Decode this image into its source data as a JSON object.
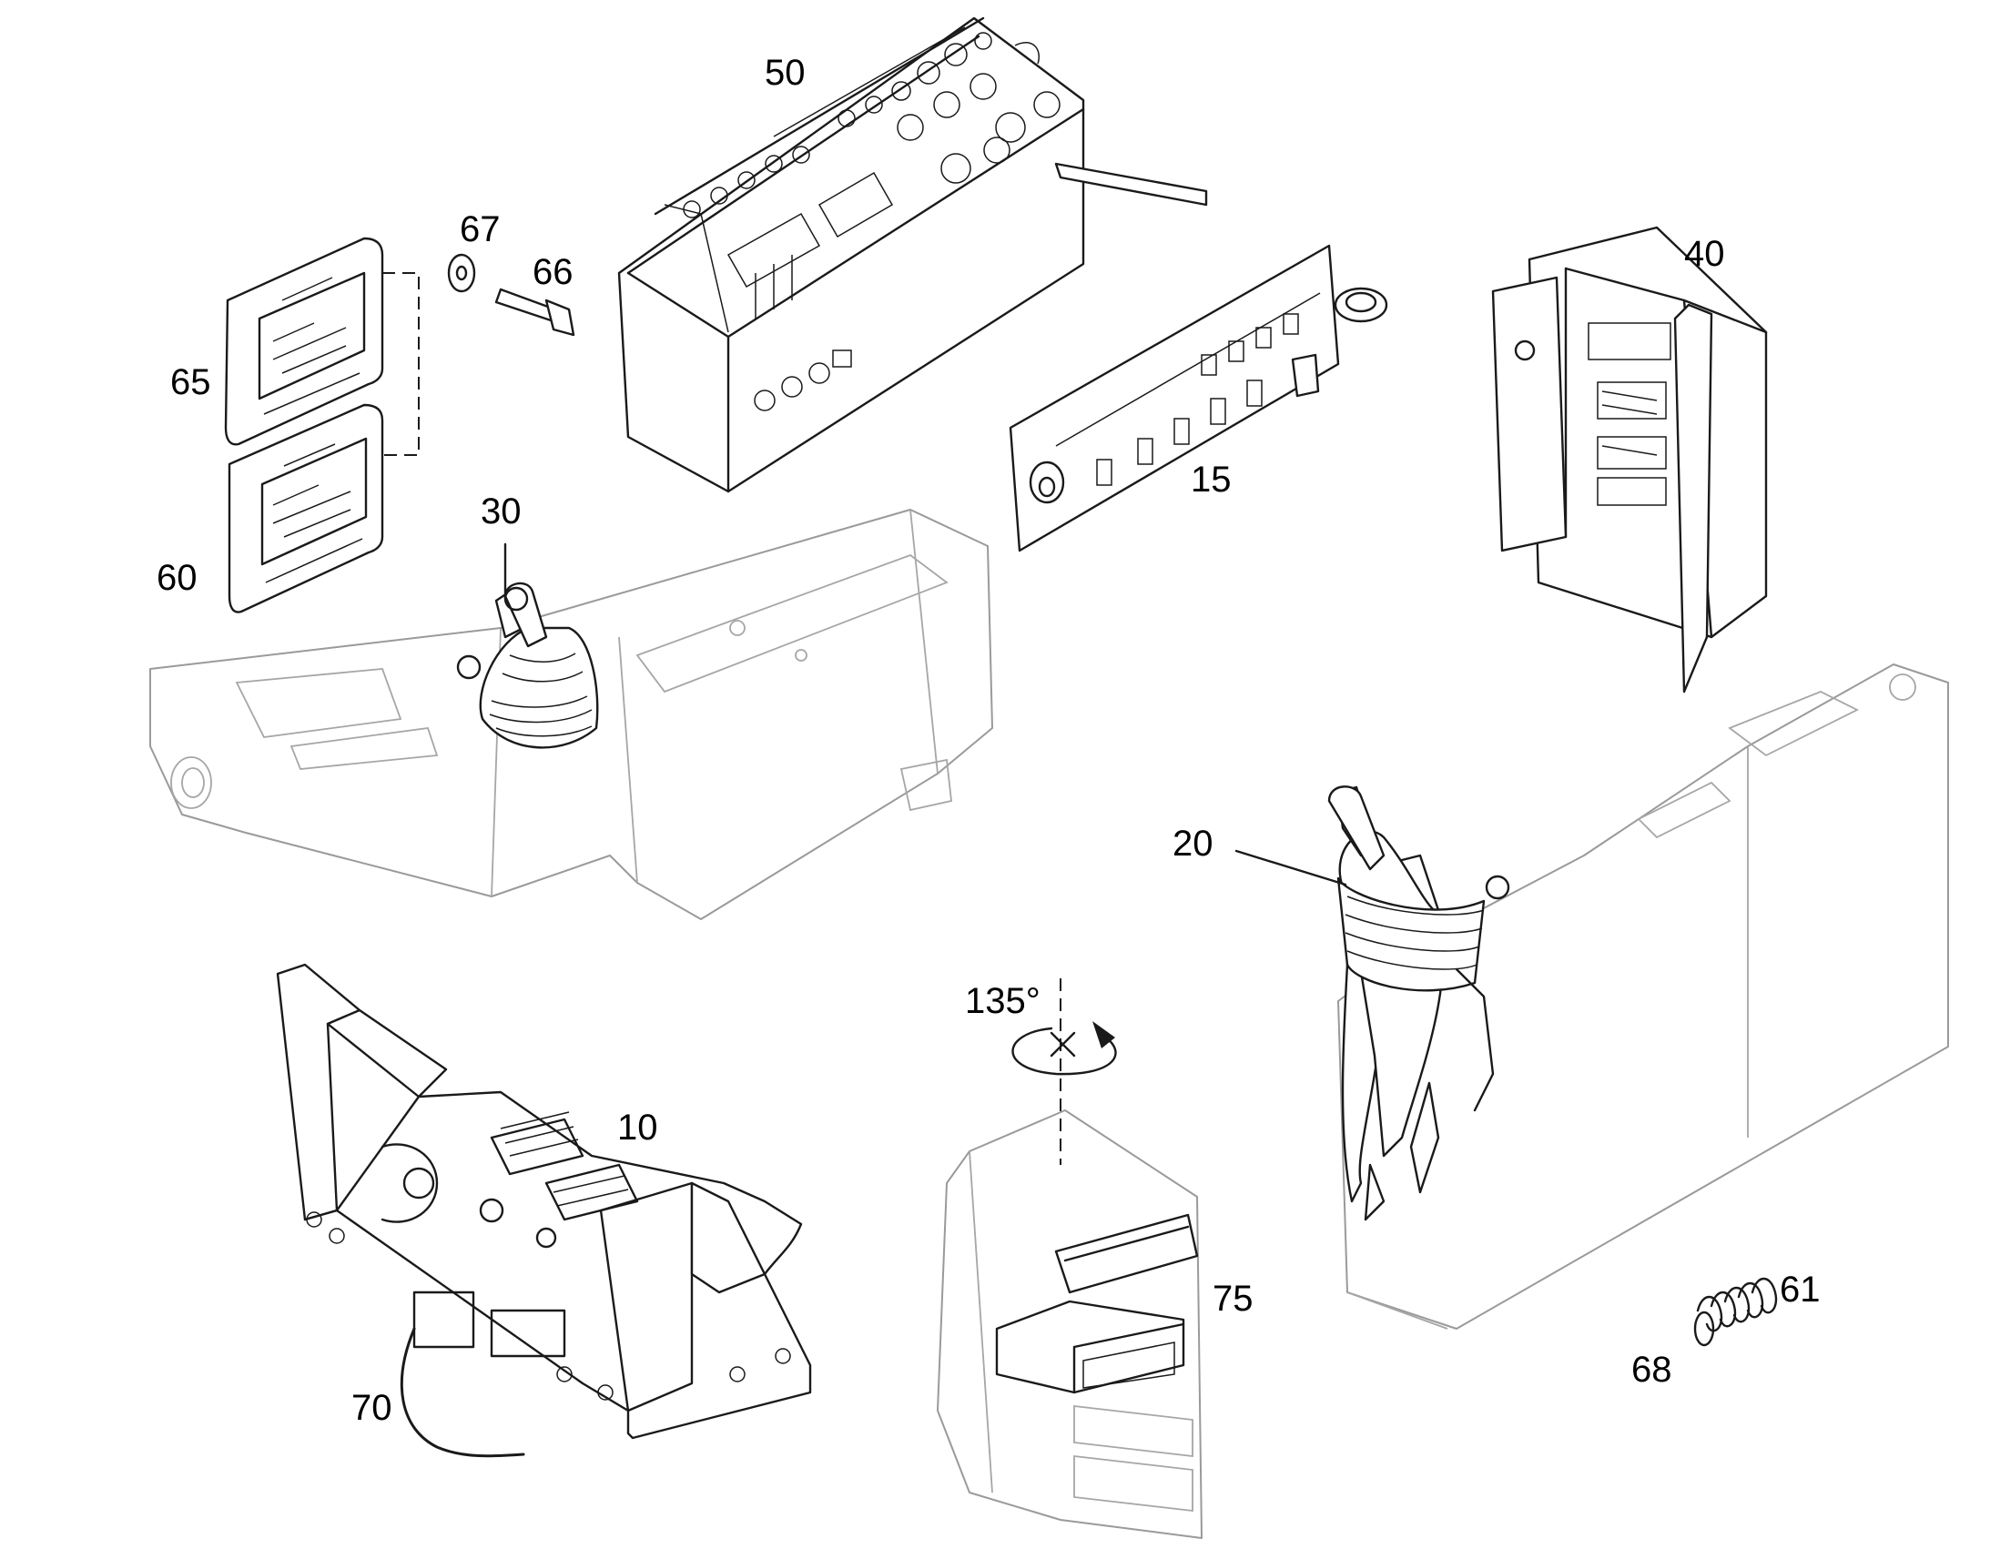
{
  "callouts": {
    "c10": "10",
    "c15": "15",
    "c20": "20",
    "c30": "30",
    "c40": "40",
    "c50": "50",
    "c60": "60",
    "c61": "61",
    "c65": "65",
    "c66": "66",
    "c67": "67",
    "c68": "68",
    "c70": "70",
    "c75": "75"
  },
  "rotation": {
    "angle": "135°"
  }
}
